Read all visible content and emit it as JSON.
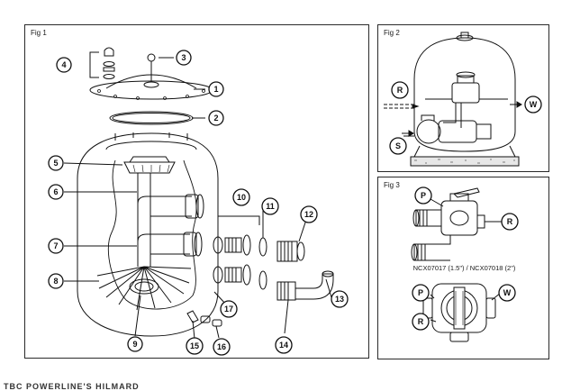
{
  "fig1": {
    "label": "Fig 1",
    "callouts": [
      "1",
      "2",
      "3",
      "4",
      "5",
      "6",
      "7",
      "8",
      "9",
      "10",
      "11",
      "12",
      "13",
      "14",
      "15",
      "16",
      "17"
    ]
  },
  "fig2": {
    "label": "Fig 2",
    "callouts": [
      "R",
      "W",
      "S"
    ]
  },
  "fig3": {
    "label": "Fig 3",
    "callouts_top": [
      "P",
      "R"
    ],
    "model_text": "NCX07017 (1.5\") / NCX07018 (2\")",
    "callouts_bottom": [
      "P",
      "W",
      "R"
    ]
  },
  "bottom_text": "TBC POWERLINE'S HILMARD"
}
